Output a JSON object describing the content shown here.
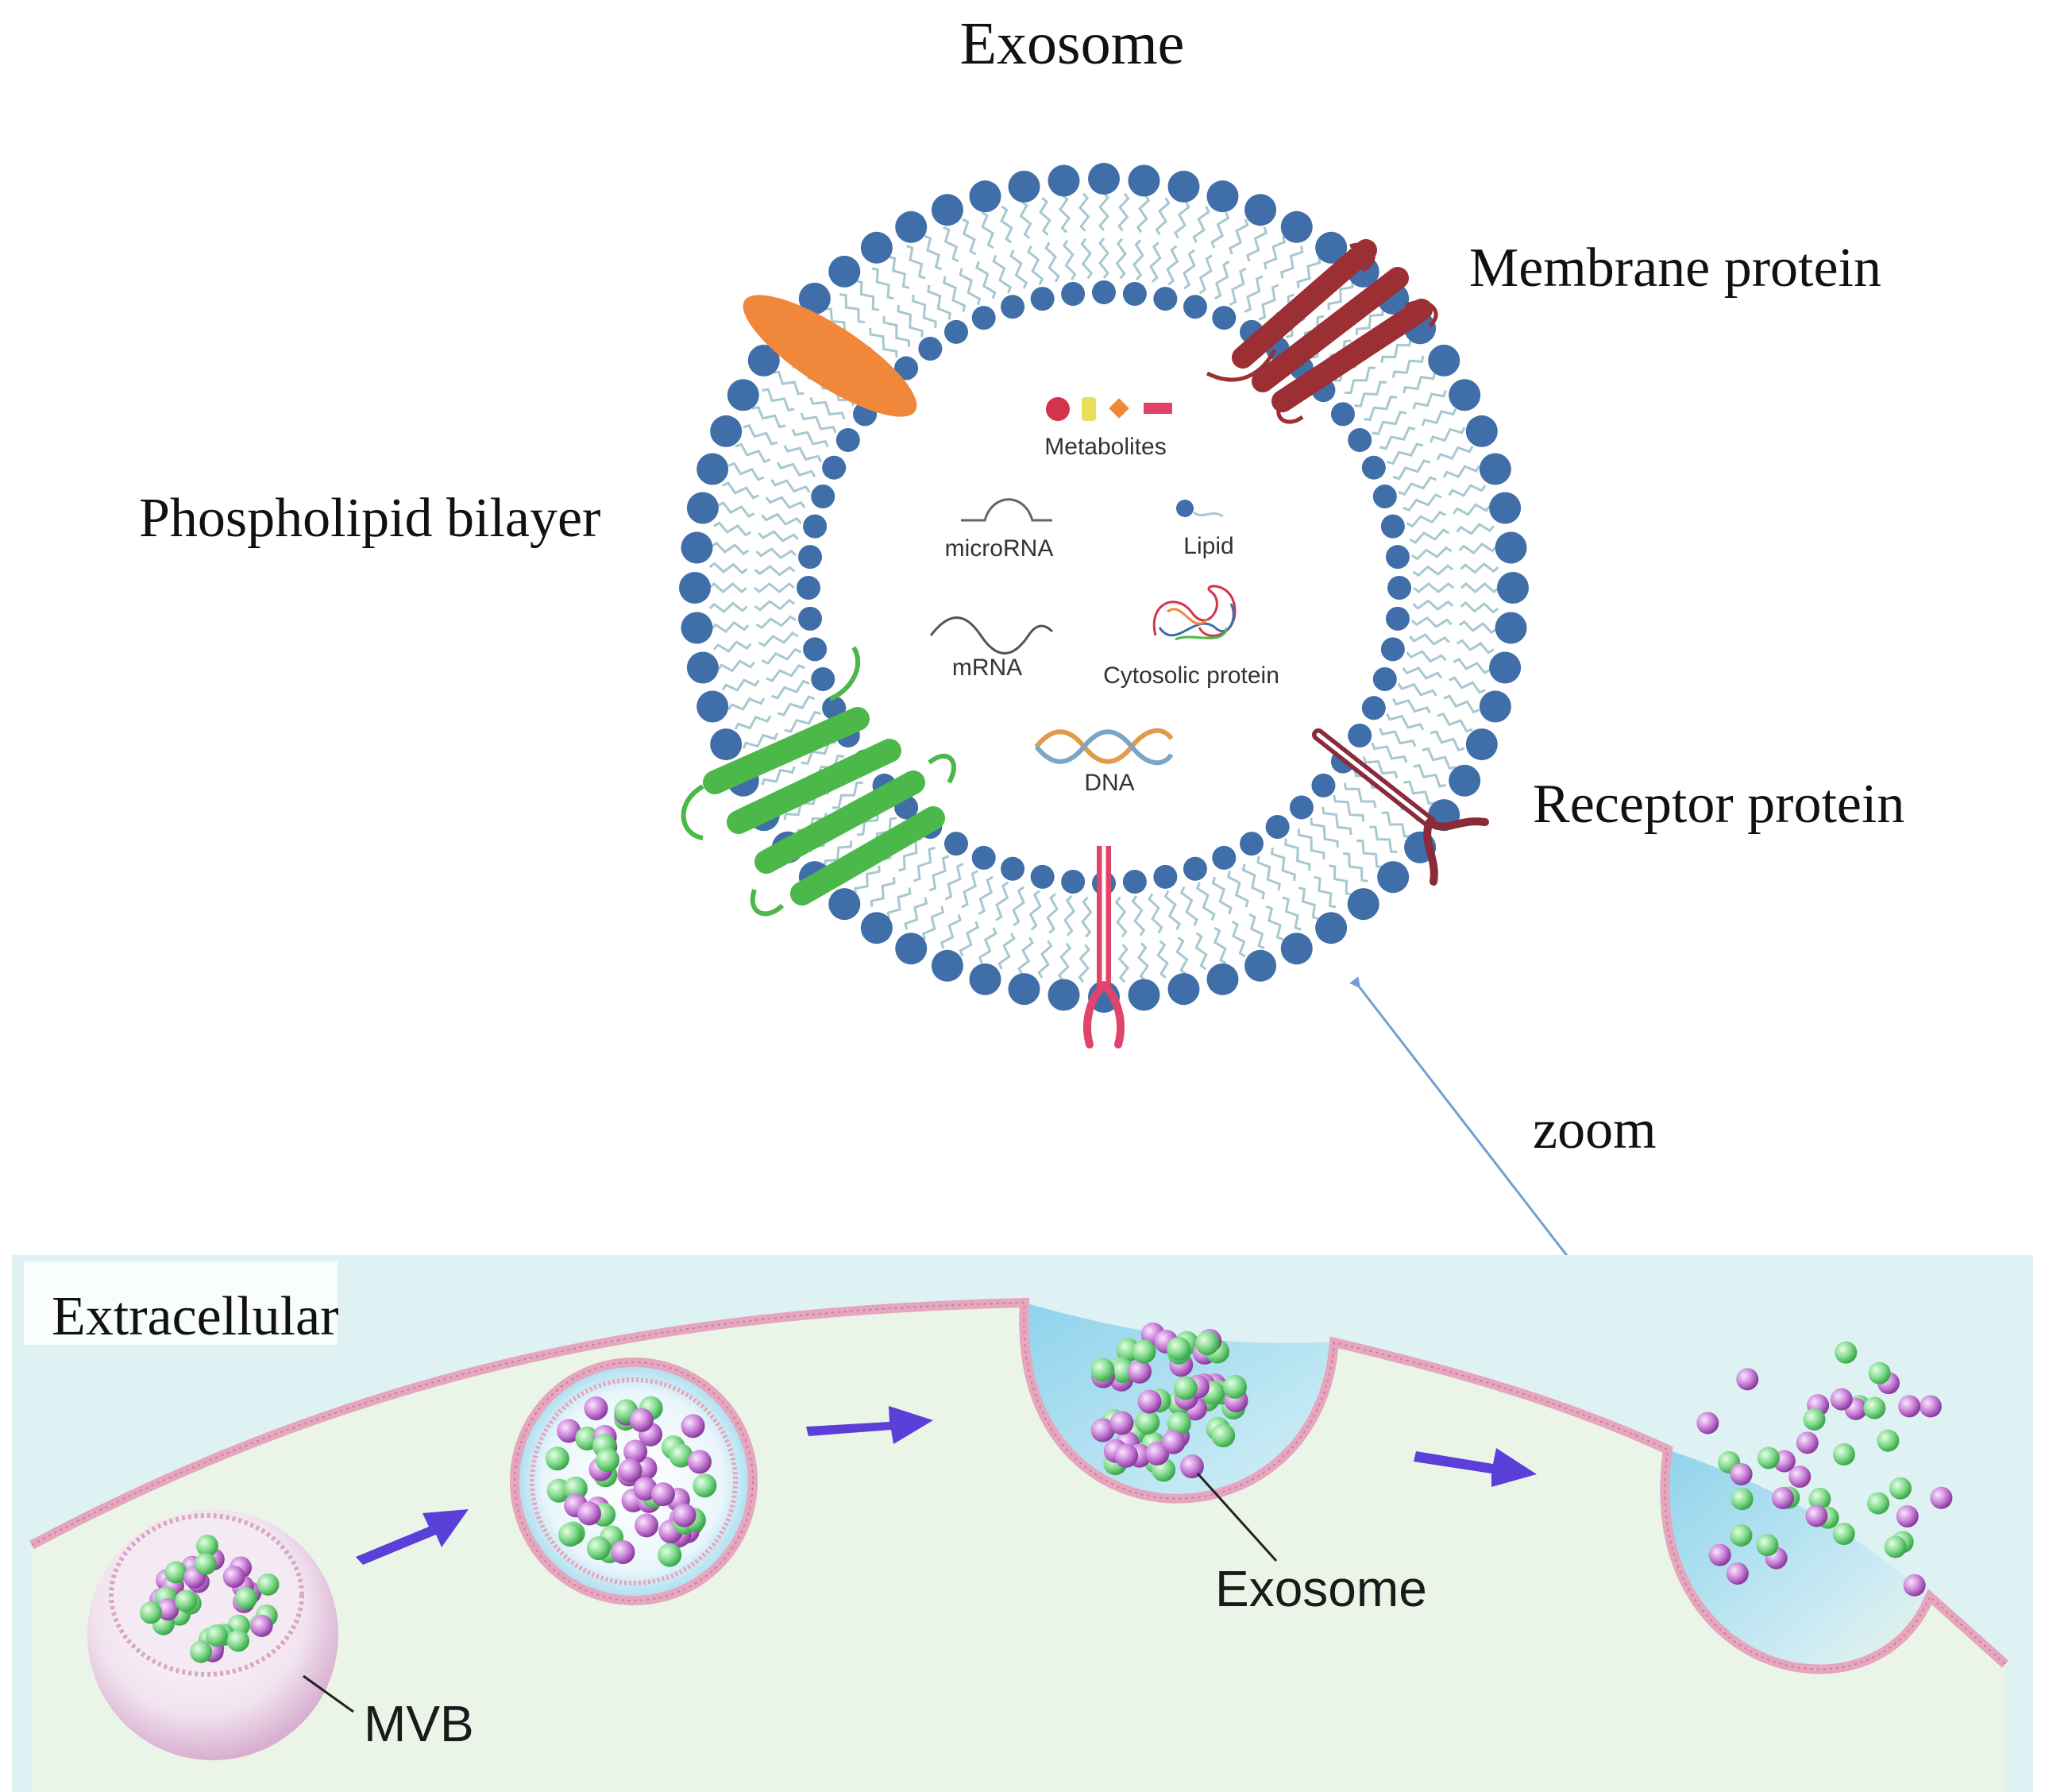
{
  "title": "Exosome",
  "labels": {
    "membrane_protein": "Membrane protein",
    "phospholipid_bilayer": "Phospholipid bilayer",
    "receptor_protein": "Receptor protein",
    "zoom": "zoom",
    "extracellular": "Extracellular",
    "exosome_pointer": "Exosome",
    "mvb": "MVB"
  },
  "cargo": {
    "metabolites": "Metabolites",
    "microrna": "microRNA",
    "lipid": "Lipid",
    "mrna": "mRNA",
    "cytosolic_protein": "Cytosolic protein",
    "dna": "DNA"
  },
  "colors": {
    "lipid_head": "#3f6ea8",
    "lipid_tail": "#a8c8d0",
    "orange_protein": "#f0873a",
    "membrane_protein": "#9b2f34",
    "green_protein": "#4cb84a",
    "receptor": "#8a2a3a",
    "pink_receptor": "#e0446a",
    "zoom_arrow": "#6fa0d0",
    "extracellular_bg": "#dff2f3",
    "cytoplasm_bg": "#eaf5e8",
    "cell_membrane": "#e6a6bd",
    "arrow": "#5a3fd8",
    "vesicle_green": "#7fd88a",
    "vesicle_purple": "#c77ed6"
  }
}
